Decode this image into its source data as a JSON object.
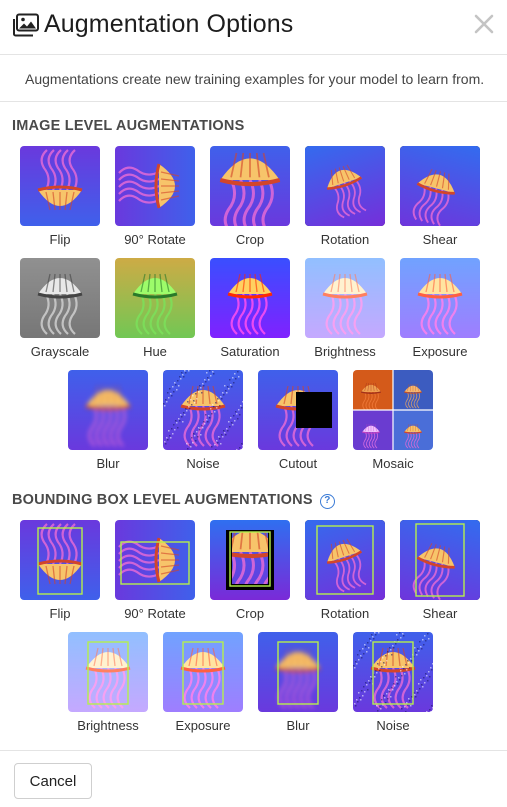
{
  "header": {
    "title": "Augmentation Options",
    "icon": "image-gallery-icon",
    "close_icon": "close-icon"
  },
  "description": "Augmentations create new training examples for your model to learn from.",
  "image_level": {
    "title": "IMAGE LEVEL AUGMENTATIONS",
    "items": [
      {
        "label": "Flip",
        "variant": "flip"
      },
      {
        "label": "90° Rotate",
        "variant": "rotate90"
      },
      {
        "label": "Crop",
        "variant": "crop"
      },
      {
        "label": "Rotation",
        "variant": "rotation"
      },
      {
        "label": "Shear",
        "variant": "shear"
      },
      {
        "label": "Grayscale",
        "variant": "grayscale"
      },
      {
        "label": "Hue",
        "variant": "hue"
      },
      {
        "label": "Saturation",
        "variant": "saturation"
      },
      {
        "label": "Brightness",
        "variant": "brightness"
      },
      {
        "label": "Exposure",
        "variant": "exposure"
      },
      {
        "label": "Blur",
        "variant": "blur"
      },
      {
        "label": "Noise",
        "variant": "noise"
      },
      {
        "label": "Cutout",
        "variant": "cutout"
      },
      {
        "label": "Mosaic",
        "variant": "mosaic"
      }
    ]
  },
  "bbox_level": {
    "title": "BOUNDING BOX LEVEL AUGMENTATIONS",
    "help_icon": "question-help-icon",
    "help_glyph": "?",
    "items": [
      {
        "label": "Flip",
        "variant": "bb-flip"
      },
      {
        "label": "90° Rotate",
        "variant": "bb-rotate90"
      },
      {
        "label": "Crop",
        "variant": "bb-crop"
      },
      {
        "label": "Rotation",
        "variant": "bb-rotation"
      },
      {
        "label": "Shear",
        "variant": "bb-shear"
      },
      {
        "label": "Brightness",
        "variant": "bb-brightness"
      },
      {
        "label": "Exposure",
        "variant": "bb-exposure"
      },
      {
        "label": "Blur",
        "variant": "bb-blur"
      },
      {
        "label": "Noise",
        "variant": "bb-noise"
      }
    ]
  },
  "footer": {
    "cancel_label": "Cancel"
  },
  "colors": {
    "thumb_bg_top": "#2f6ff0",
    "thumb_bg_bottom": "#7a2ad8",
    "jelly_bell": "#f7c46a",
    "jelly_stripe": "#d2452a",
    "tentacle": "#e36ad6",
    "bbox_stroke": "#b5ef4c",
    "help_blue": "#3b7bd6"
  }
}
